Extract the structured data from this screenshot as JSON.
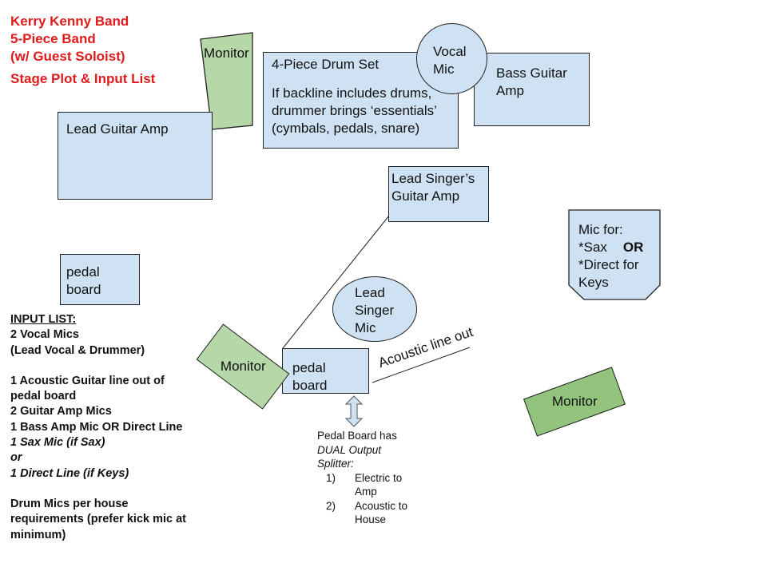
{
  "header": {
    "band_name": "Kerry Kenny Band",
    "band_size": "5-Piece Band",
    "guest": "(w/ Guest Soloist)",
    "subtitle": "Stage Plot & Input List"
  },
  "colors": {
    "title_red": "#e01b1b",
    "equipment_blue": "#cfe2f3",
    "monitor_green": "#b6d7a8",
    "monitor_green_dark": "#93c47d"
  },
  "stage": {
    "monitor_back": "Monitor",
    "lead_guitar_amp": "Lead Guitar Amp",
    "drum_set": {
      "title": "4-Piece Drum Set",
      "line1": "If backline includes drums,",
      "line2": "drummer brings ‘essentials’",
      "line3": "(cymbals, pedals, snare)"
    },
    "vocal_mic": {
      "line1": "Vocal",
      "line2": "Mic"
    },
    "bass_amp": {
      "line1": "Bass Guitar",
      "line2": "Amp"
    },
    "lead_singer_amp": {
      "line1": "Lead Singer’s",
      "line2": "Guitar Amp"
    },
    "sax_keys_mic": {
      "line1": "Mic for:",
      "line2_prefix": "*Sax",
      "line2_bold": "OR",
      "line3": "*Direct for",
      "line4": "Keys"
    },
    "pedal_board_left": {
      "line1": "pedal",
      "line2": "board"
    },
    "lead_singer_mic": {
      "line1": "Lead",
      "line2": "Singer",
      "line3": "Mic"
    },
    "monitor_center": "Monitor",
    "pedal_board_center": {
      "line1": "pedal",
      "line2": "board"
    },
    "acoustic_line_out": "Acoustic line out",
    "monitor_right": "Monitor"
  },
  "pedal_note": {
    "line1": "Pedal Board has",
    "line2": "DUAL Output",
    "line3": "Splitter:",
    "items": [
      {
        "num": "1)",
        "line1": "Electric to",
        "line2": "Amp"
      },
      {
        "num": "2)",
        "line1": "Acoustic to",
        "line2": "House"
      }
    ]
  },
  "input_list": {
    "heading": "INPUT LIST:",
    "lines": [
      "2 Vocal Mics",
      "(Lead Vocal & Drummer)",
      "1 Acoustic Guitar line out of",
      "pedal board",
      "2 Guitar Amp Mics",
      "1 Bass Amp Mic OR Direct Line",
      "1 Sax Mic (if Sax)",
      "or",
      "1 Direct Line (if Keys)",
      "Drum Mics per house",
      "requirements (prefer kick mic at",
      "minimum)"
    ]
  }
}
